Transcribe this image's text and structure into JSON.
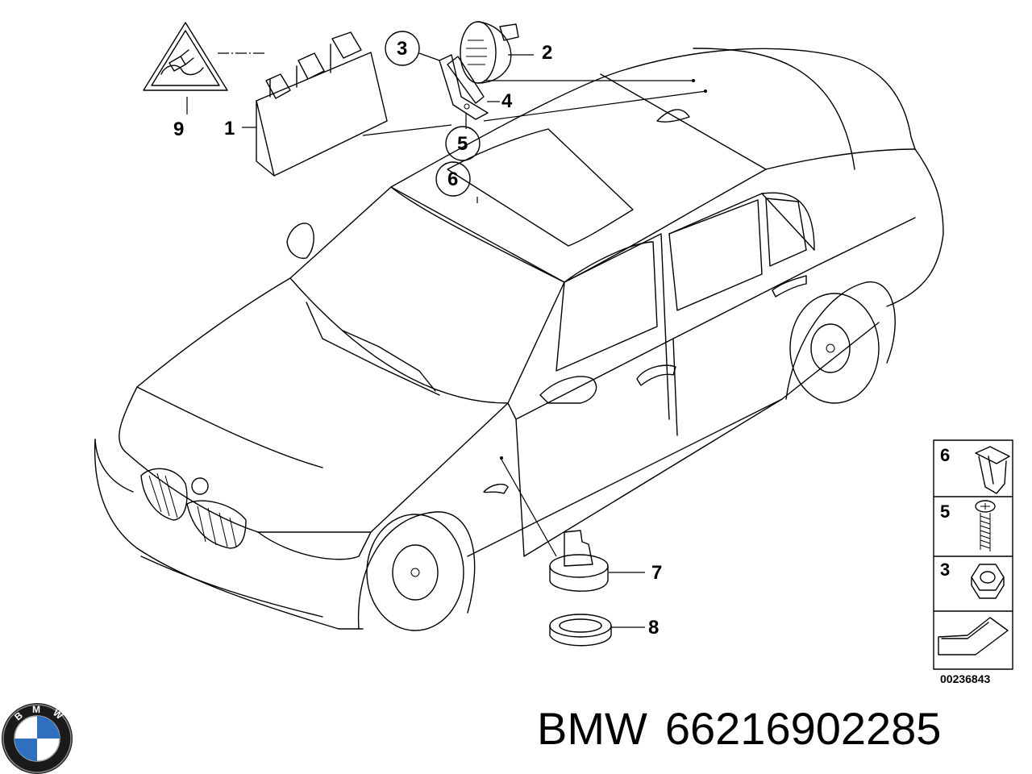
{
  "diagram": {
    "callouts": [
      {
        "id": "1",
        "label": "1"
      },
      {
        "id": "2",
        "label": "2"
      },
      {
        "id": "3",
        "label": "3"
      },
      {
        "id": "4",
        "label": "4"
      },
      {
        "id": "5",
        "label": "5"
      },
      {
        "id": "6",
        "label": "6"
      },
      {
        "id": "7",
        "label": "7"
      },
      {
        "id": "8",
        "label": "8"
      },
      {
        "id": "9",
        "label": "9"
      }
    ],
    "legend": {
      "items": [
        {
          "label": "6",
          "part": "nut-clip"
        },
        {
          "label": "5",
          "part": "screw"
        },
        {
          "label": "3",
          "part": "hex-nut"
        }
      ],
      "reference_number": "00236843"
    }
  },
  "footer": {
    "brand": "BMW",
    "part_number": "66216902285",
    "logo_letters": "BMW"
  }
}
